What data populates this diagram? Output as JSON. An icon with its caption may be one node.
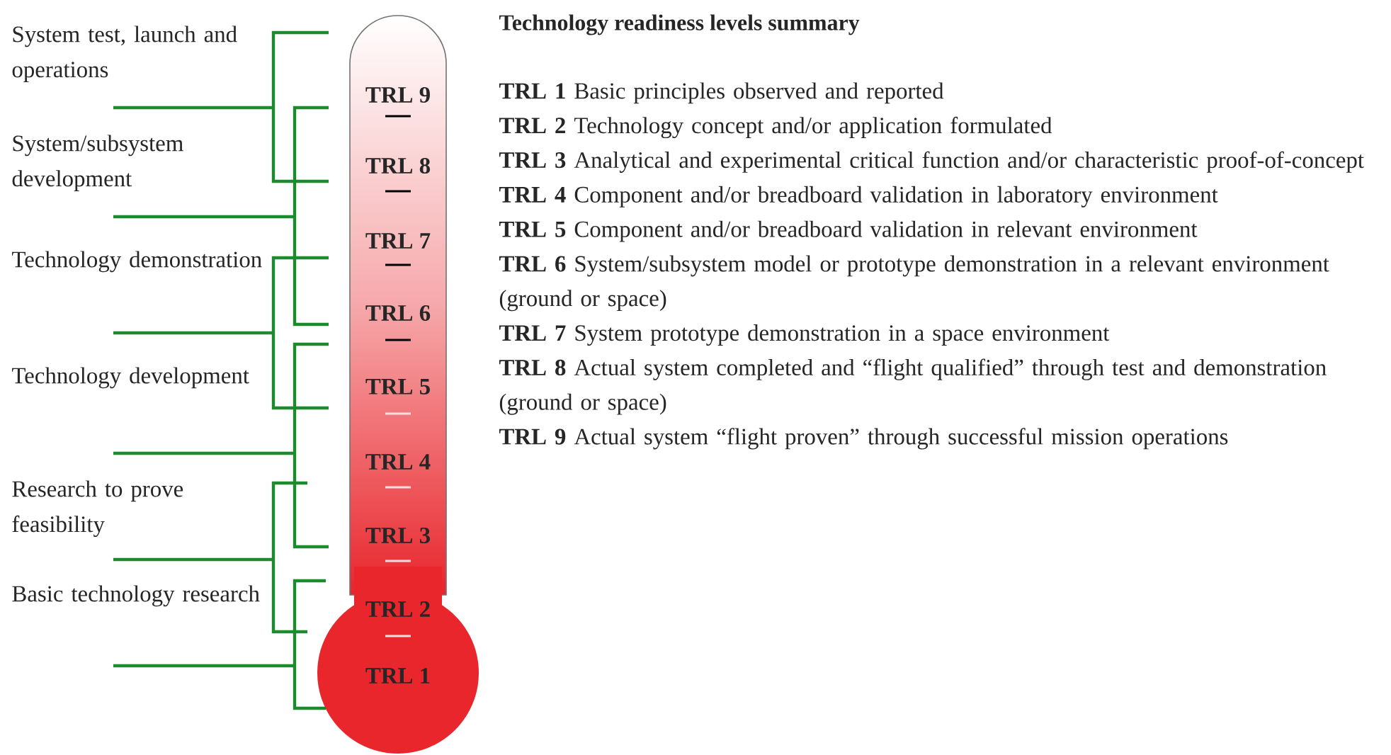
{
  "diagram": {
    "title": "Technology readiness levels summary",
    "labels": [
      "System test, launch and operations",
      "System/subsystem development",
      "Technology demonstration",
      "Technology development",
      "Research to prove feasibility",
      "Basic technology research",
      "TRL 9",
      "TRL 8",
      "TRL 7",
      "TRL 6",
      "TRL 5",
      "TRL 4",
      "TRL 3",
      "TRL 2",
      "TRL 1",
      "**TRL 1** Basic principles observed and reported",
      "**TRL 2** Technology concept and/or application formulated",
      "**TRL 3** Analytical and experimental critical function and/or characteristic proof-of-concept",
      "**TRL 4** Component and/or breadboard validation in laboratory environment",
      "**TRL 5** Component and/or breadboard validation in relevant environment",
      "**TRL 6** System/subsystem model or prototype demonstration in a relevant environment (ground or space)",
      "**TRL 7** System prototype demonstration in a space environment",
      "**TRL 8** Actual system completed and “flight qualified” through test and demonstration (ground or space)",
      "**TRL 9** Actual system “flight proven” through successful mission operations"
    ]
  }
}
